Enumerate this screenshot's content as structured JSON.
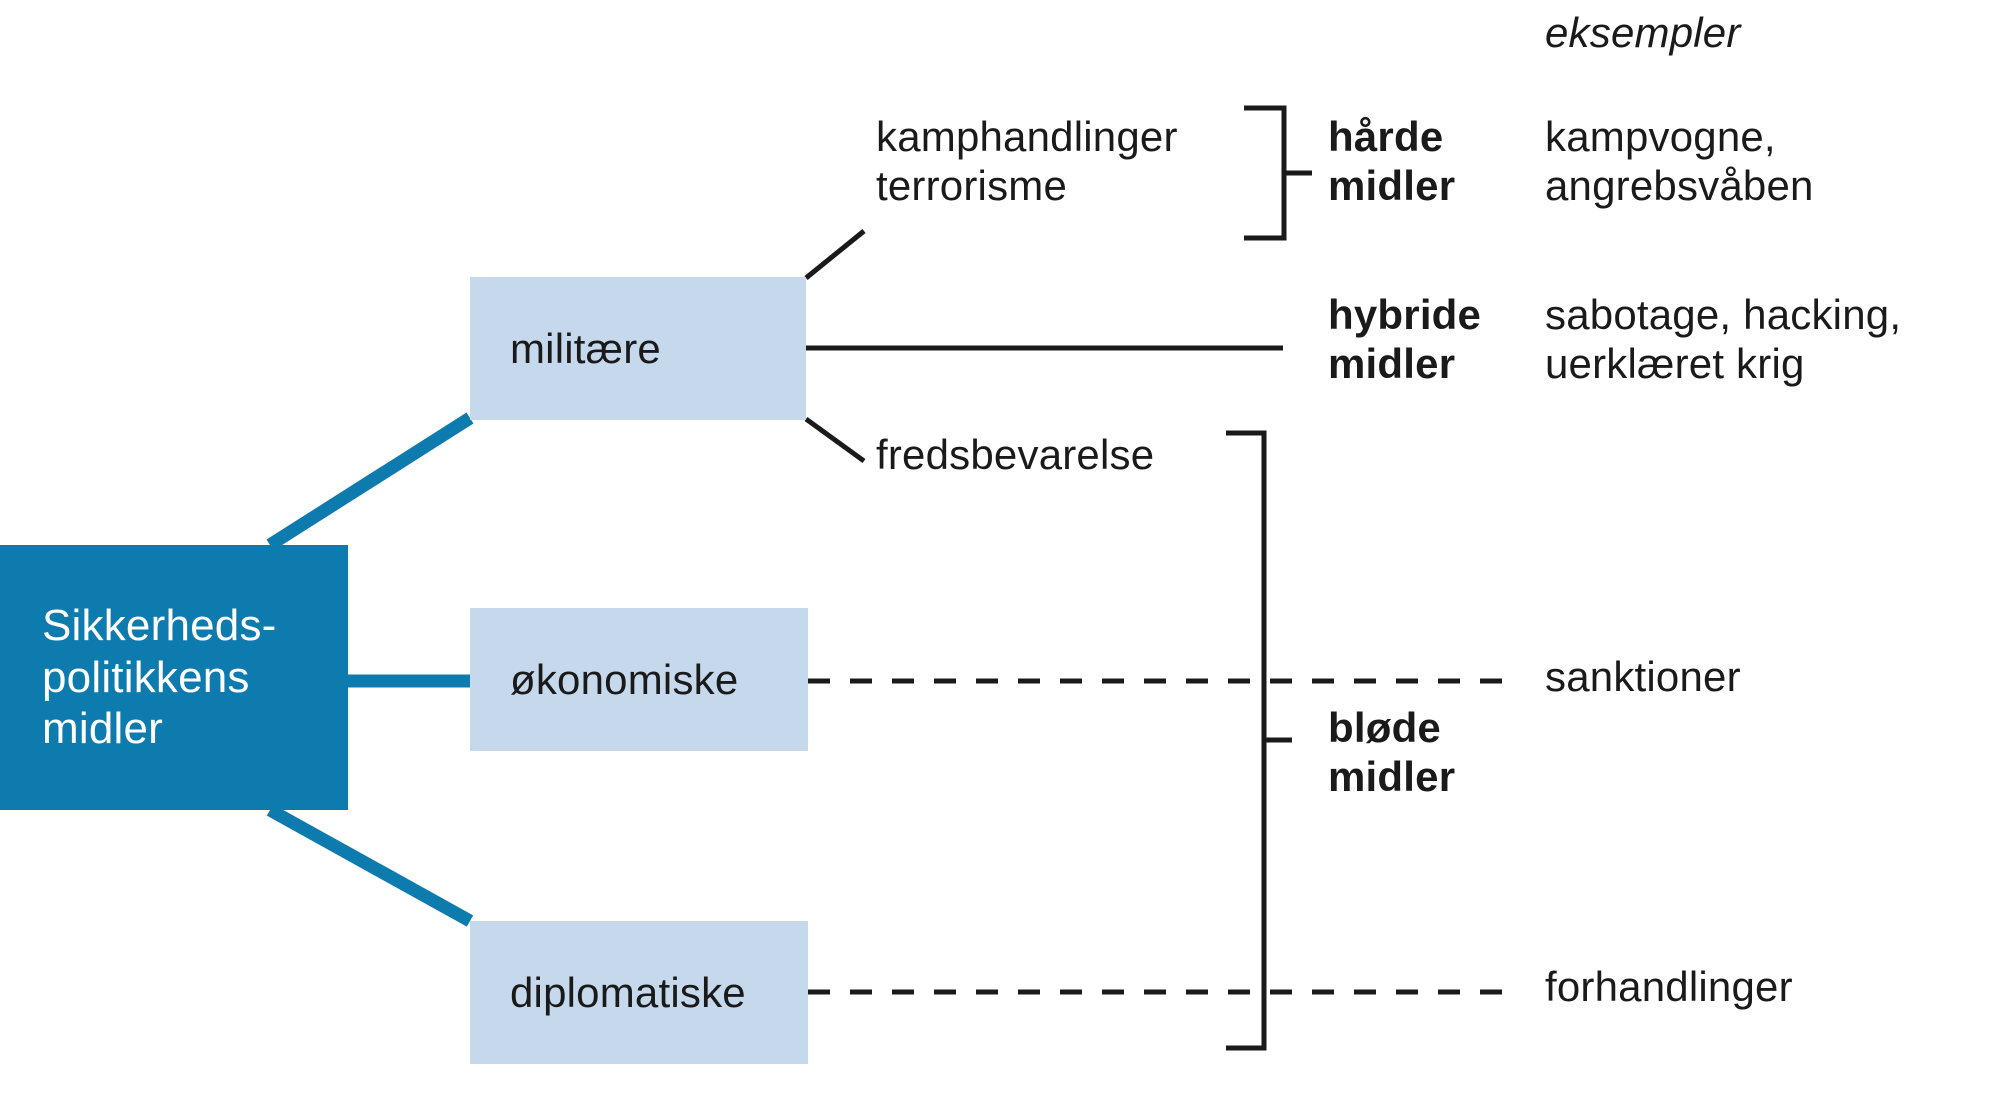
{
  "diagram": {
    "title_text": "Sikkerheds-\npolitikkens\nmidler",
    "column_header": "eksempler",
    "colors": {
      "root_fill": "#0E7BAF",
      "branch_fill": "#C6D8EC",
      "connector_blue": "#0E7BAF",
      "line_black": "#1a1a1a",
      "text_dark": "#1a1a1a",
      "text_light": "#ffffff",
      "background": "#ffffff"
    },
    "root": {
      "label": "Sikkerheds-\npolitikkens\nmidler"
    },
    "branches": [
      {
        "id": "militaere",
        "label": "militære"
      },
      {
        "id": "okonomiske",
        "label": "økonomiske"
      },
      {
        "id": "diplomatiske",
        "label": "diplomatiske"
      }
    ],
    "leaves": [
      {
        "id": "kamphandlinger",
        "label": "kamphandlinger\nterrorisme"
      },
      {
        "id": "fredsbevarelse",
        "label": "fredsbevarelse"
      }
    ],
    "categories": [
      {
        "id": "haarde",
        "label": "hårde\nmidler",
        "examples": "kampvogne,\nangrebsvåben"
      },
      {
        "id": "hybride",
        "label": "hybride\nmidler",
        "examples": "sabotage, hacking,\nuerklæret krig"
      },
      {
        "id": "bloede",
        "label": "bløde\nmidler",
        "examples_sanktioner": "sanktioner",
        "examples_forhandlinger": "forhandlinger"
      }
    ],
    "examples": {
      "haarde": "kampvogne,\nangrebsvåben",
      "hybride": "sabotage, hacking,\nuerklæret krig",
      "sanktioner": "sanktioner",
      "forhandlinger": "forhandlinger"
    }
  }
}
